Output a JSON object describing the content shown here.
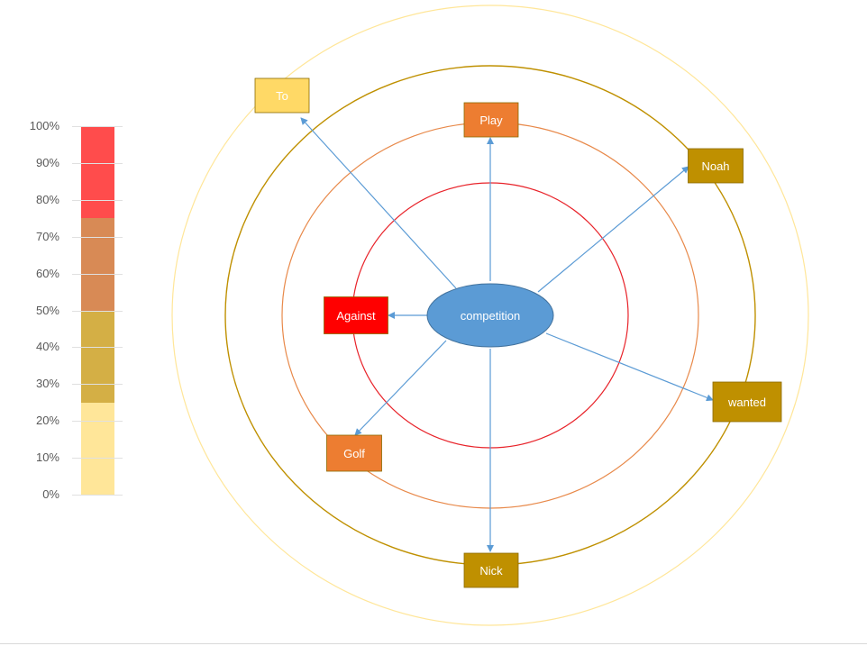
{
  "scale": {
    "ticks": [
      "0%",
      "10%",
      "20%",
      "30%",
      "40%",
      "50%",
      "60%",
      "70%",
      "80%",
      "90%",
      "100%"
    ],
    "bands": [
      {
        "from": 0,
        "to": 25,
        "color": "#FFE699"
      },
      {
        "from": 25,
        "to": 50,
        "color": "#D4AF45"
      },
      {
        "from": 50,
        "to": 75,
        "color": "#D88A55"
      },
      {
        "from": 75,
        "to": 100,
        "color": "#FF4C4C"
      }
    ]
  },
  "rings": [
    {
      "name": "inner-ring",
      "color": "#E8232A"
    },
    {
      "name": "second-ring",
      "color": "#E8894A"
    },
    {
      "name": "third-ring",
      "color": "#BF9000"
    },
    {
      "name": "outer-ring",
      "color": "#FFE699"
    }
  ],
  "center": {
    "label": "competition",
    "color": "#5B9BD5"
  },
  "nodes": [
    {
      "name": "play",
      "label": "Play",
      "color": "#ED7D31"
    },
    {
      "name": "to",
      "label": "To",
      "color": "#FFD966"
    },
    {
      "name": "noah",
      "label": "Noah",
      "color": "#BF9000"
    },
    {
      "name": "against",
      "label": "Against",
      "color": "#FF0000"
    },
    {
      "name": "wanted",
      "label": "wanted",
      "color": "#BF9000"
    },
    {
      "name": "golf",
      "label": "Golf",
      "color": "#ED7D31"
    },
    {
      "name": "nick",
      "label": "Nick",
      "color": "#BF9000"
    }
  ],
  "arrow_color": "#5B9BD5"
}
